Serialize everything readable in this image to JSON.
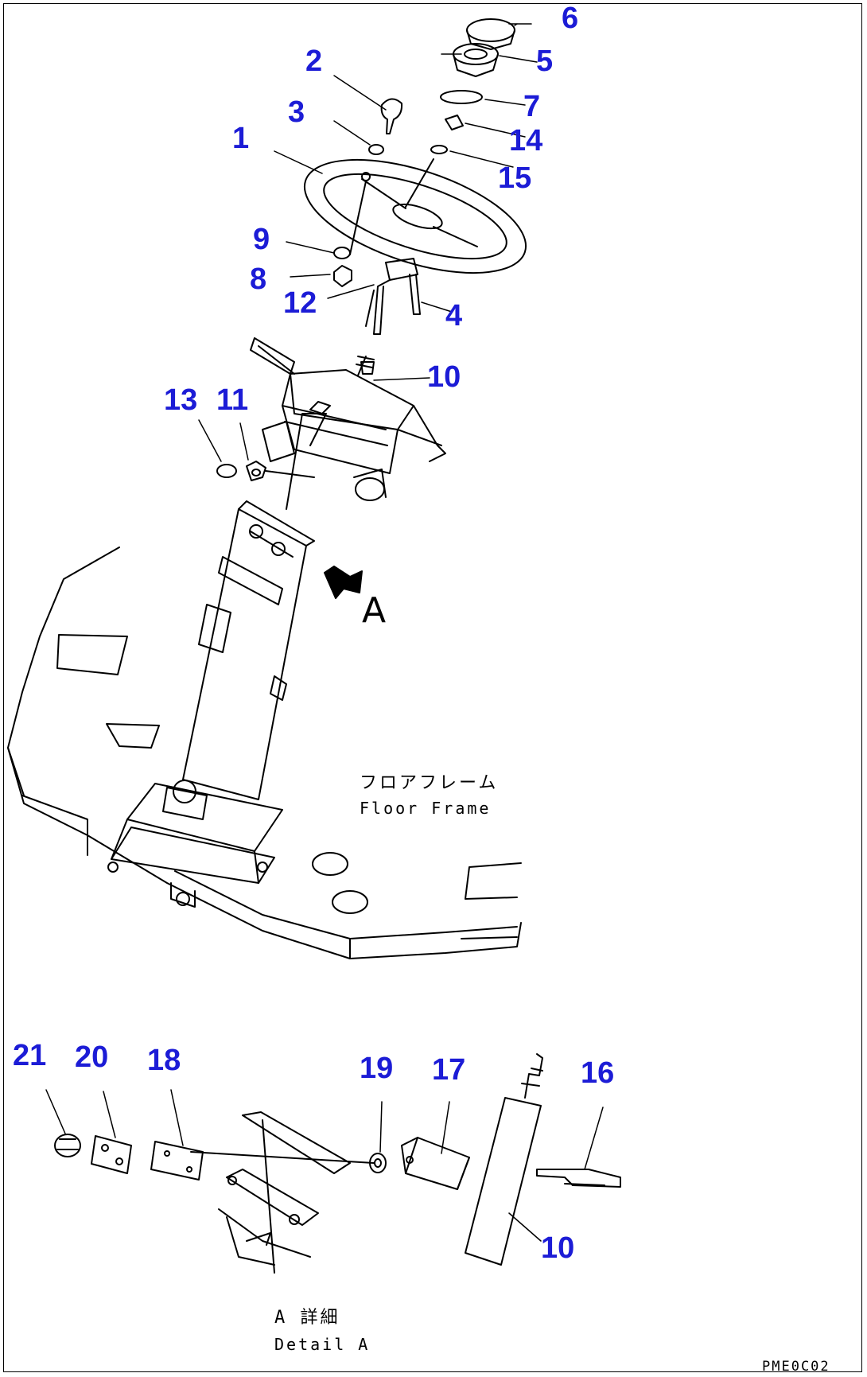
{
  "callouts": {
    "p1": "1",
    "p2": "2",
    "p3": "3",
    "p4": "4",
    "p5": "5",
    "p6": "6",
    "p7": "7",
    "p8": "8",
    "p9": "9",
    "p10": "10",
    "p11": "11",
    "p12": "12",
    "p13": "13",
    "p14": "14",
    "p15": "15",
    "p10b": "10",
    "p16": "16",
    "p17": "17",
    "p18": "18",
    "p19": "19",
    "p20": "20",
    "p21": "21"
  },
  "view_marker": "A",
  "floor_frame": {
    "jp": "フロアフレーム",
    "en": "Floor Frame"
  },
  "detail": {
    "jp": "A 詳細",
    "en": "Detail A"
  },
  "drawing_code": "PME0C02"
}
